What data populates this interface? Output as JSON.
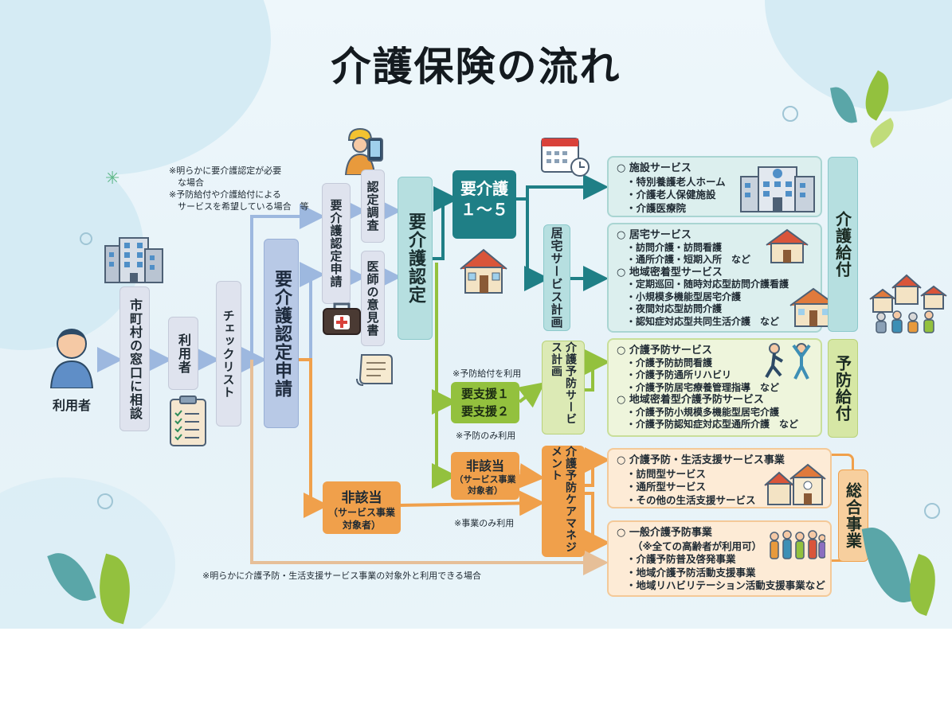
{
  "title": "介護保険の流れ",
  "colors": {
    "teal": "#1f7f86",
    "teal_light": "#b6dfe0",
    "green": "#93c13e",
    "green_light": "#eef5dc",
    "orange": "#f0a04b",
    "orange_light": "#fdebd6",
    "blue": "#b8c9e6",
    "arrow_blue": "#9db8df",
    "arrow_tan": "#e6bf98"
  },
  "start": {
    "user_label": "利用者",
    "window_label": "市町村の窓口に相談",
    "user_col_label": "利用者",
    "checklist_label": "チェックリスト"
  },
  "notes": {
    "top": "※明らかに要介護認定が必要\n　な場合\n※予防給付や介護給付による\n　サービスを希望している場合　等",
    "yobo_use": "※予防給付を利用",
    "yobo_only": "※予防のみ利用",
    "jigyo_only": "※事業のみ利用",
    "bottom": "※明らかに介護予防・生活支援サービス事業の対象外と利用できる場合"
  },
  "application": {
    "label": "要介護認定申請",
    "sub_application": "要介護認定申請",
    "survey": "認定調査",
    "doctor": "医師の意見書",
    "certification": "要介護認定"
  },
  "levels": {
    "kaigo": "要介護１〜５",
    "shien_line1": "要支援１",
    "shien_line2": "要支援２",
    "higaito_main": "非該当",
    "higaito_sub": "（サービス事業対象者）"
  },
  "plans": {
    "kyotaku": "居宅サービス計画",
    "yobo_plan": "介護予防サービス計画",
    "care_mgmt": "介護予防ケアマネジメント"
  },
  "boxes": {
    "shisetsu": {
      "title": "○ 施設サービス",
      "items": [
        "・特別養護老人ホーム",
        "・介護老人保健施設",
        "・介護医療院"
      ]
    },
    "kyotaku": {
      "title": "○ 居宅サービス",
      "items": [
        "・訪問介護・訪問看護",
        "・通所介護・短期入所　など"
      ],
      "title2": "○ 地域密着型サービス",
      "items2": [
        "・定期巡回・随時対応型訪問介護看護",
        "・小規模多機能型居宅介護",
        "・夜間対応型訪問介護",
        "・認知症対応型共同生活介護　など"
      ]
    },
    "yobo": {
      "title": "○ 介護予防サービス",
      "items": [
        "・介護予防訪問看護",
        "・介護予防通所リハビリ",
        "・介護予防居宅療養管理指導　など"
      ],
      "title2": "○ 地域密着型介護予防サービス",
      "items2": [
        "・介護予防小規模多機能型居宅介護",
        "・介護予防認知症対応型通所介護　など"
      ]
    },
    "seikatsu": {
      "title": "○ 介護予防・生活支援サービス事業",
      "items": [
        "・訪問型サービス",
        "・通所型サービス",
        "・その他の生活支援サービス"
      ]
    },
    "ippan": {
      "title": "○ 一般介護予防事業",
      "sub": "（※全ての高齢者が利用可）",
      "items": [
        "・介護予防普及啓発事業",
        "・地域介護予防活動支援事業",
        "・地域リハビリテーション活動支援事業など"
      ]
    }
  },
  "categories": {
    "kaigo_kyufu": "介護給付",
    "yobo_kyufu": "予防給付",
    "sogo_jigyo": "総合事業"
  },
  "icons": [
    "person-icon",
    "building-icon",
    "clipboard-icon",
    "worker-icon",
    "medical-bag-icon",
    "document-icon",
    "calendar-icon",
    "clock-icon",
    "house-icon",
    "hospital-icon",
    "elderly-family-icon",
    "exercise-icon",
    "community-icon",
    "leaf-icon",
    "sparkle-icon"
  ]
}
